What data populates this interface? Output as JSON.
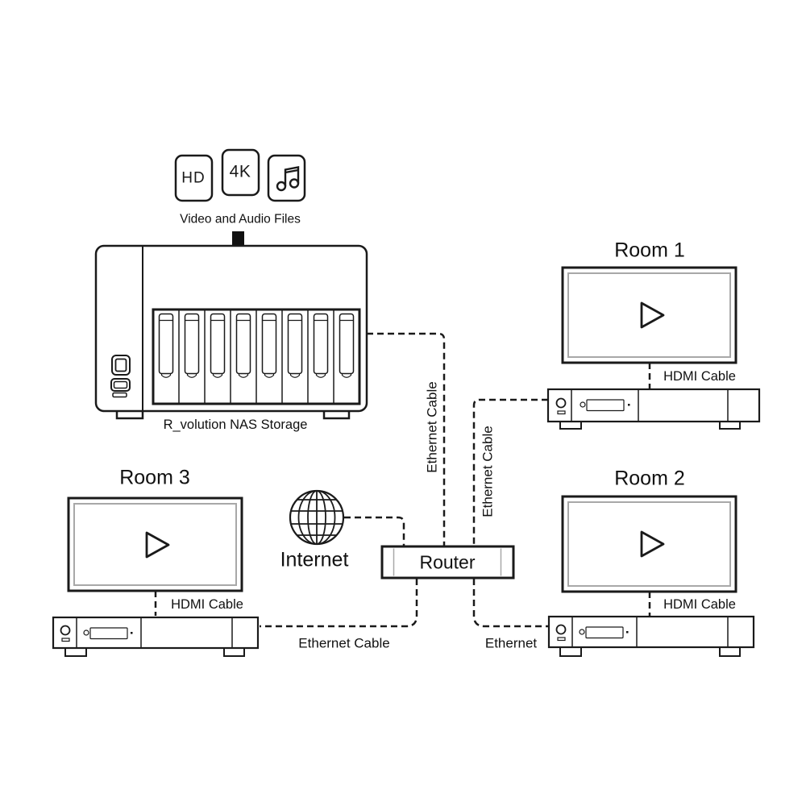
{
  "palette": {
    "stroke": "#1a1a1a",
    "inner_line": "#a8a8a8",
    "background": "#ffffff"
  },
  "media_files": {
    "caption": "Video and Audio Files",
    "hd_badge": "HD",
    "uhd_badge": "4K",
    "music_icon": "music-note"
  },
  "nas": {
    "caption": "R_volution NAS Storage",
    "drive_bays": 8
  },
  "internet": {
    "caption": "Internet"
  },
  "router": {
    "caption": "Router"
  },
  "rooms": {
    "room1": {
      "title": "Room 1",
      "hdmi_label": "HDMI Cable"
    },
    "room2": {
      "title": "Room 2",
      "hdmi_label": "HDMI Cable"
    },
    "room3": {
      "title": "Room 3",
      "hdmi_label": "HDMI Cable"
    }
  },
  "cables": {
    "nas_to_router_label": "Ethernet Cable",
    "room1_to_router_label": "Ethernet Cable",
    "router_to_room3_label": "Ethernet Cable",
    "router_to_room2_label": "Ethernet"
  }
}
